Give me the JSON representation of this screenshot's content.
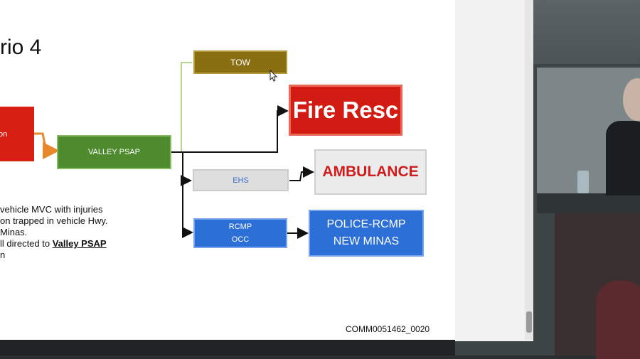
{
  "slide": {
    "title": "rio 4",
    "document_id": "COMM0051462_0020",
    "boxes": {
      "origin": "on",
      "valley_psap": "VALLEY PSAP",
      "tow": "TOW",
      "fire": "Fire Resc",
      "ehs": "EHS",
      "ambulance": "AMBULANCE",
      "rcmp_line1": "RCMP",
      "rcmp_line2": "OCC",
      "police_line1": "POLICE-RCMP",
      "police_line2": "NEW MINAS"
    },
    "description": {
      "line1": "vehicle MVC with injuries",
      "line2": "on trapped in vehicle Hwy.",
      "line3": " Minas.",
      "line4_prefix": "ll directed to ",
      "line4_emph": "Valley PSAP",
      "line5": "n"
    }
  },
  "colors": {
    "valley": "#4e8b2f",
    "tow": "#8a6f12",
    "fire": "#d21b12",
    "ambulance_text": "#d01c1c",
    "ehs_text": "#3a6cc6",
    "police": "#2c6fd6"
  }
}
